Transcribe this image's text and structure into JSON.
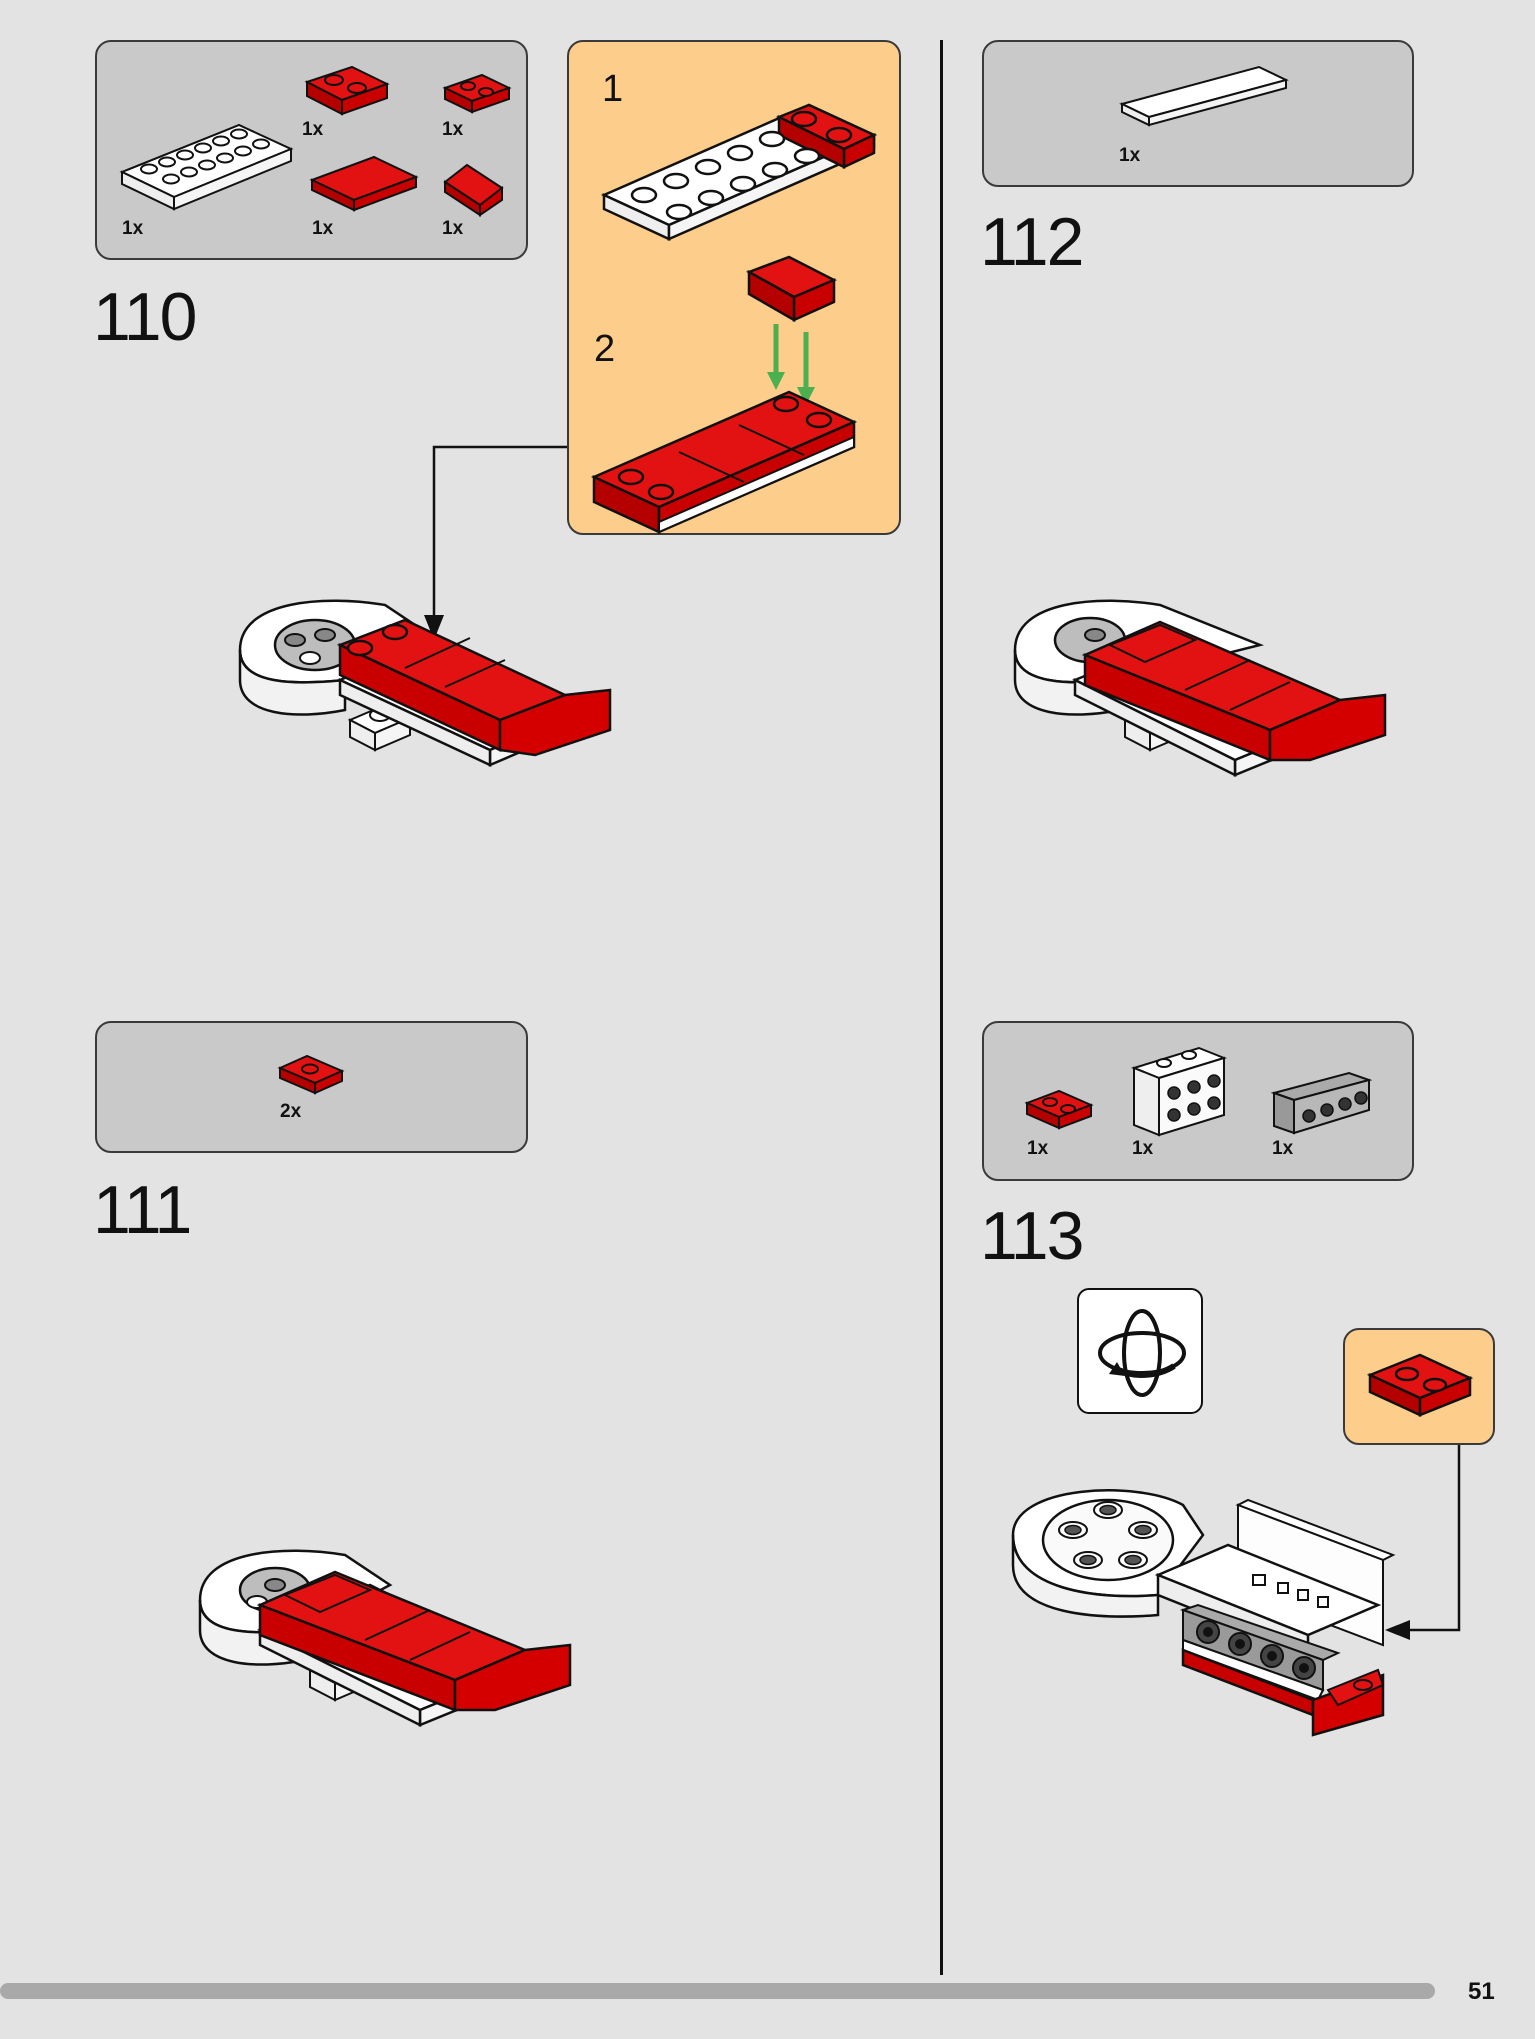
{
  "page": {
    "number": "51"
  },
  "steps": [
    {
      "number": "110",
      "parts": [
        {
          "qty": "1x",
          "icon": "red-plate-1x2-icon"
        },
        {
          "qty": "1x",
          "icon": "red-plate-1x2-small-icon"
        },
        {
          "qty": "1x",
          "icon": "white-plate-2x6-icon"
        },
        {
          "qty": "1x",
          "icon": "red-tile-2x2-icon"
        },
        {
          "qty": "1x",
          "icon": "red-slope-icon"
        }
      ],
      "substeps": [
        "1",
        "2"
      ]
    },
    {
      "number": "111",
      "parts": [
        {
          "qty": "2x",
          "icon": "red-jumper-plate-icon"
        }
      ]
    },
    {
      "number": "112",
      "parts": [
        {
          "qty": "1x",
          "icon": "white-tile-1x6-icon"
        }
      ]
    },
    {
      "number": "113",
      "parts": [
        {
          "qty": "1x",
          "icon": "red-plate-1x2-icon"
        },
        {
          "qty": "1x",
          "icon": "white-bracket-icon"
        },
        {
          "qty": "1x",
          "icon": "gray-bracket-icon"
        }
      ]
    }
  ],
  "colors": {
    "page_bg": "#e3e3e3",
    "parts_bg": "#c9c9c9",
    "sub_bg": "#fdcd8b",
    "brick_red": "#d40000",
    "arrow_green": "#4caf50"
  }
}
